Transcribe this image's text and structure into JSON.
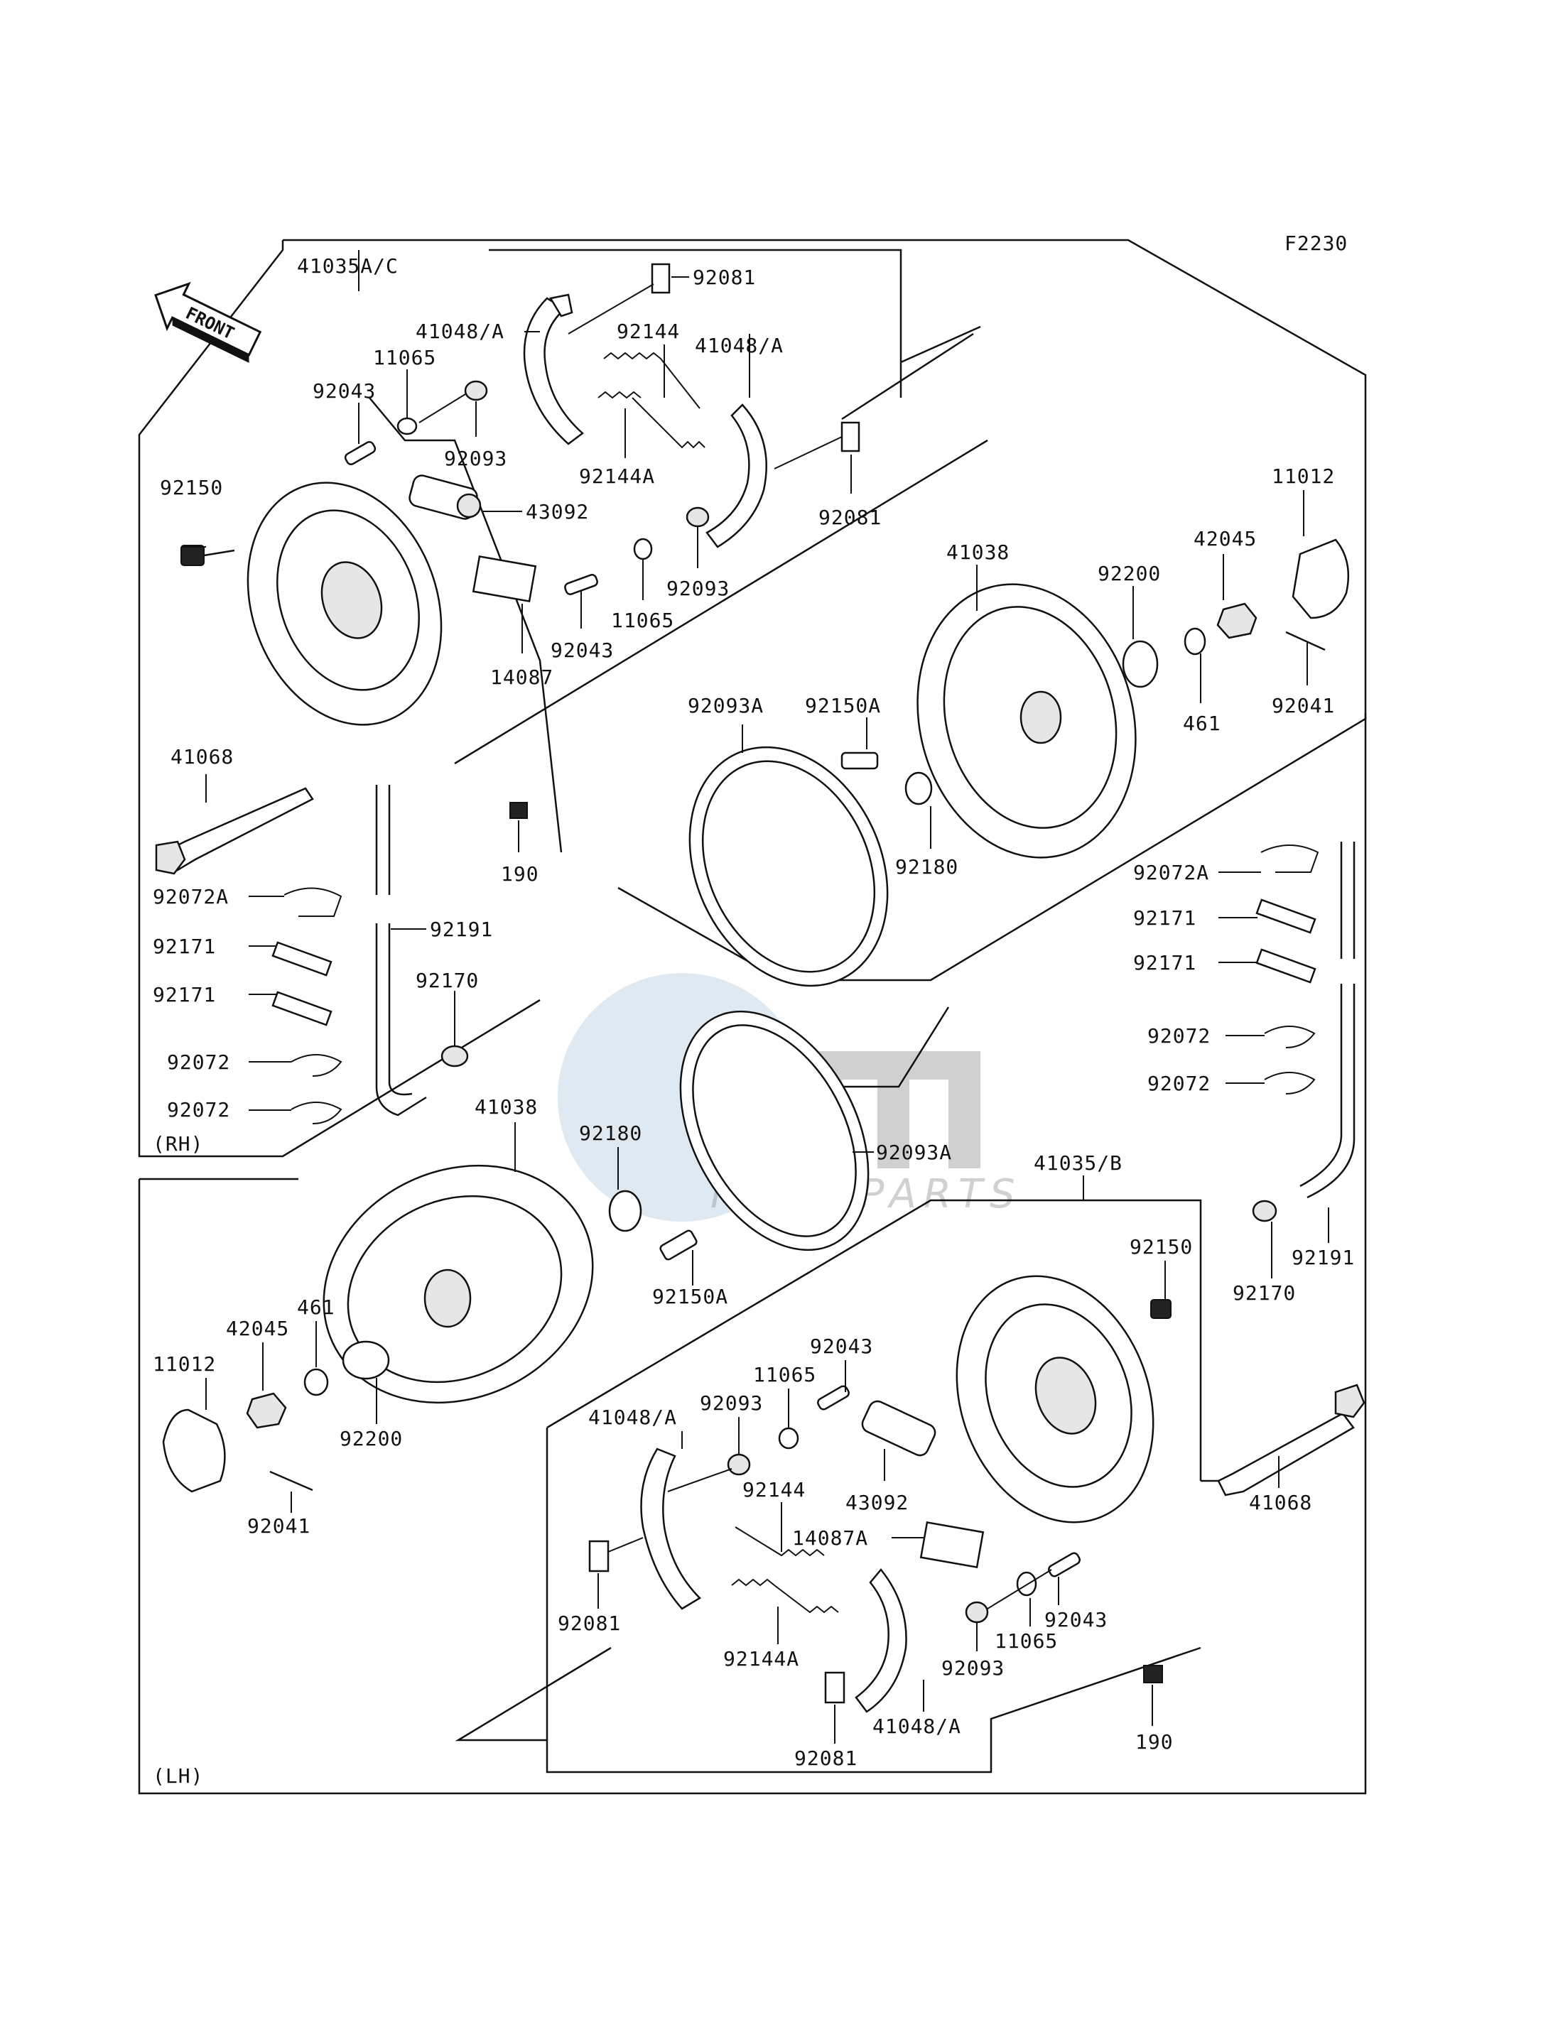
{
  "figure_code": "F2230",
  "front_arrow_text": "FRONT",
  "section_labels": {
    "rh": "(RH)",
    "lh": "(LH)"
  },
  "watermark": {
    "logo_text": "OEM",
    "sub_text": "MOTOPARTS"
  },
  "rh": {
    "assembly": "41035A/C",
    "shoe_top": "41048/A",
    "shoe_right": "41048/A",
    "clip_top": "92081",
    "clip_right": "92081",
    "spring": "92144",
    "spring_a": "92144A",
    "washer_left": "11065",
    "washer_right": "11065",
    "pin_left": "92043",
    "pin_right": "92043",
    "nut_left": "92093",
    "nut_right": "92093",
    "bolt": "92150",
    "cylinder": "43092",
    "plate": "14087",
    "drum": "41038",
    "cap": "11012",
    "castle_nut": "42045",
    "washer_big": "92200",
    "washer_small": "461",
    "cotter": "92041",
    "seal_ring": "92093A",
    "hub_bolt": "92150A",
    "o_ring": "92180",
    "shaft": "41068",
    "bleed": "190",
    "clamp_a": "92072A",
    "band_1": "92171",
    "band_2": "92171",
    "clamp_1": "92072",
    "clamp_2": "92072",
    "hose": "92191",
    "hose_clip": "92170"
  },
  "rh_right": {
    "clamp_a": "92072A",
    "band_1": "92171",
    "band_2": "92171",
    "clamp_1": "92072",
    "clamp_2": "92072"
  },
  "lh": {
    "drum": "41038",
    "o_ring": "92180",
    "seal_ring": "92093A",
    "assembly": "41035/B",
    "hub_bolt": "92150A",
    "washer_small": "461",
    "castle_nut": "42045",
    "cap": "11012",
    "washer_big": "92200",
    "cotter": "92041",
    "bolt": "92150",
    "hose_clip": "92170",
    "hose": "92191",
    "pin_top": "92043",
    "washer_top": "11065",
    "nut_top": "92093",
    "shoe_left": "41048/A",
    "cylinder": "43092",
    "spring": "92144",
    "plate": "14087A",
    "shaft": "41068",
    "clip_left": "92081",
    "spring_a": "92144A",
    "pin_bottom": "92043",
    "washer_bottom": "11065",
    "nut_bottom": "92093",
    "clip_bottom": "92081",
    "shoe_bottom": "41048/A",
    "bleed": "190"
  }
}
